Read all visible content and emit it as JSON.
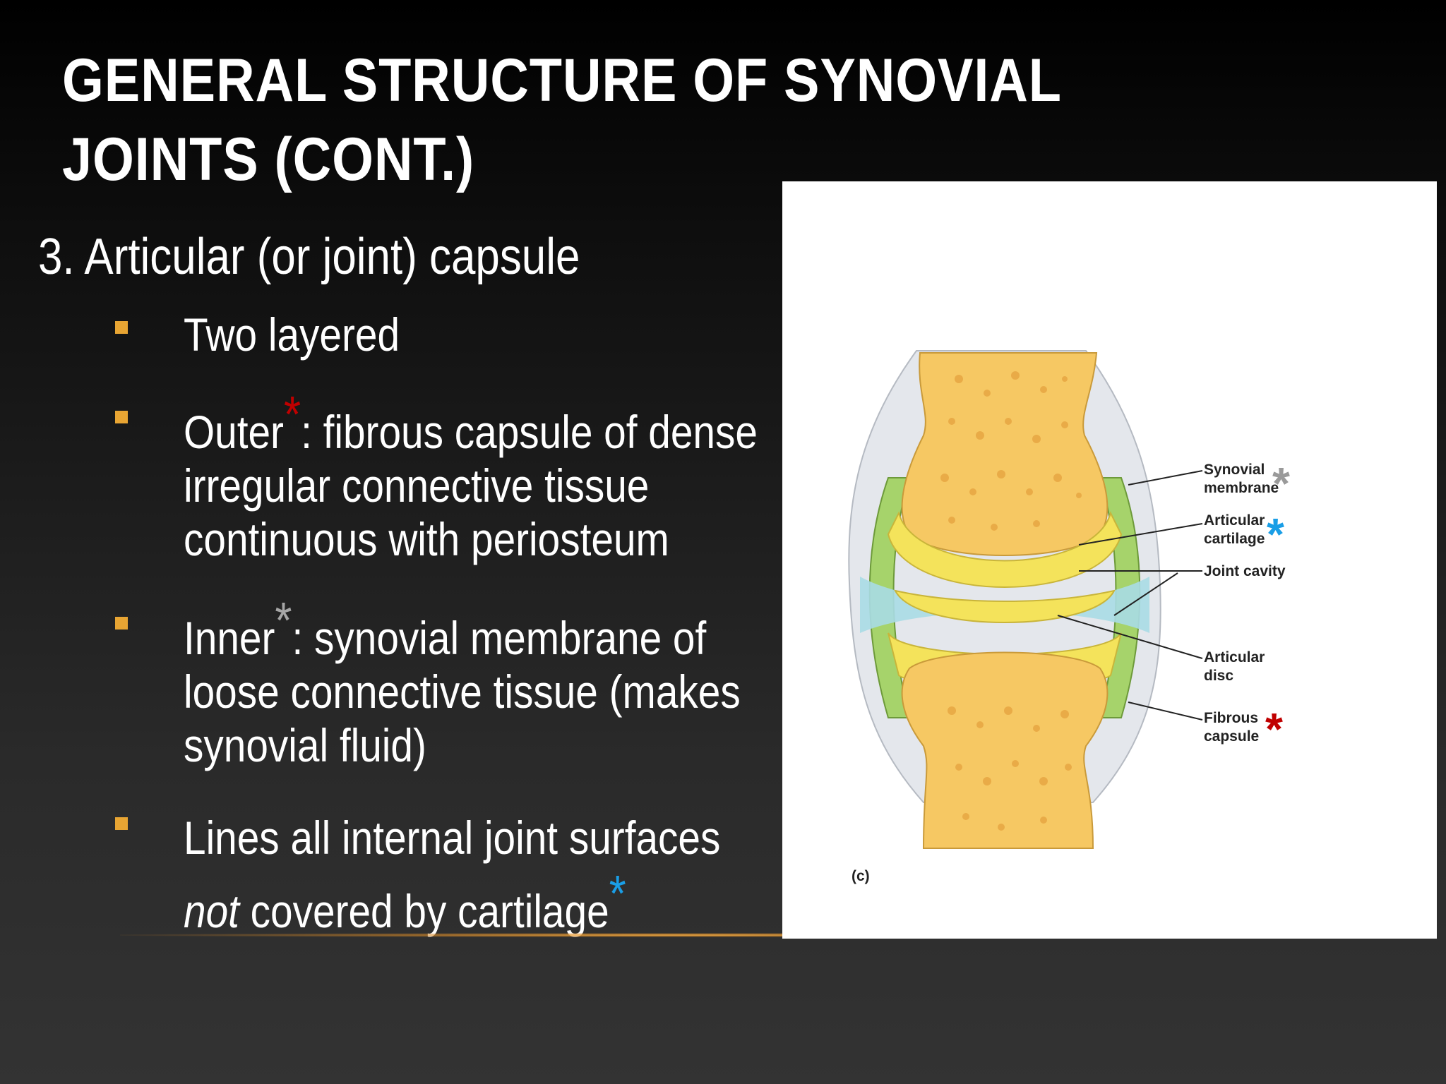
{
  "slide": {
    "title": "General Structure of Synovial Joints (cont.)",
    "heading": "3. Articular (or joint) capsule",
    "bullets": [
      {
        "text": "Two layered"
      },
      {
        "before": "Outer",
        "after": ":  fibrous capsule of dense irregular connective tissue continuous with periosteum"
      },
      {
        "before": "Inner",
        "after": ": synovial membrane of loose connective tissue (makes synovial fluid)"
      },
      {
        "before": "Lines all internal joint surfaces ",
        "italic": "not",
        "after": " covered by cartilage"
      }
    ],
    "asterisk": "*"
  },
  "figure": {
    "labels": {
      "synovial_membrane": "Synovial\nmembrane",
      "articular_cartilage": "Articular\ncartilage",
      "joint_cavity": "Joint cavity",
      "articular_disc": "Articular\ndisc",
      "fibrous_capsule": "Fibrous\ncapsule"
    },
    "panel_letter": "(c)"
  },
  "colors": {
    "bullet": "#e8a533",
    "asterisk_red": "#c00000",
    "asterisk_gray": "#a6a6a6",
    "asterisk_blue": "#1a9ee6",
    "bone": "#f5c560",
    "cartilage": "#f2e05a",
    "synovial": "#9ecf63",
    "cavity": "#a9dce6",
    "capsule": "#d9dde3"
  }
}
